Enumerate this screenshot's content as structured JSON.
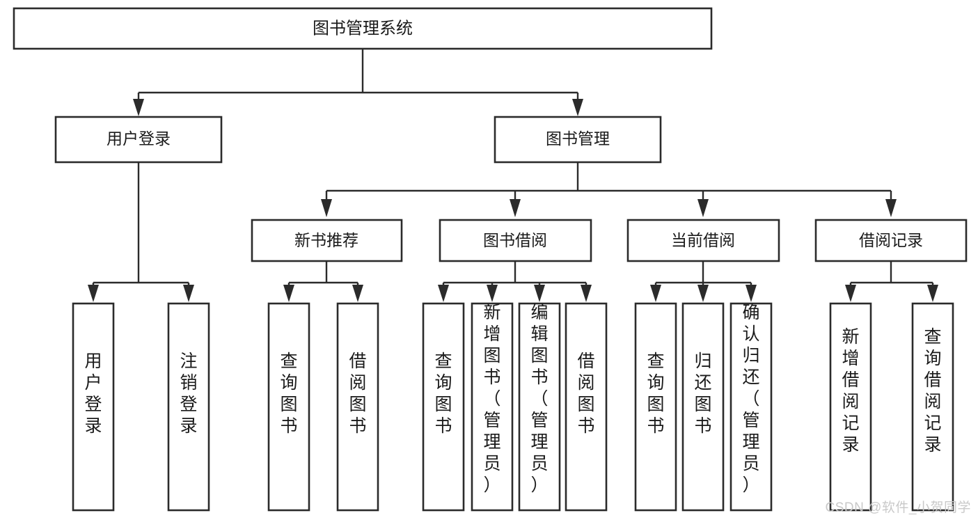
{
  "diagram": {
    "type": "tree",
    "title": "图书管理系统",
    "watermark": "CSDN @软件_小贺同学",
    "nodes": {
      "root": {
        "label": "图书管理系统"
      },
      "level2": [
        {
          "id": "user-login",
          "label": "用户登录"
        },
        {
          "id": "book-manage",
          "label": "图书管理"
        }
      ],
      "level3": [
        {
          "id": "new-book-recommend",
          "label": "新书推荐",
          "parent": "book-manage"
        },
        {
          "id": "book-borrow",
          "label": "图书借阅",
          "parent": "book-manage"
        },
        {
          "id": "current-borrow",
          "label": "当前借阅",
          "parent": "book-manage"
        },
        {
          "id": "borrow-record",
          "label": "借阅记录",
          "parent": "book-manage"
        }
      ],
      "leaves": [
        {
          "id": "leaf-user-login",
          "label": "用户登录",
          "parent": "user-login"
        },
        {
          "id": "leaf-logout",
          "label": "注销登录",
          "parent": "user-login"
        },
        {
          "id": "leaf-query-book-1",
          "label": "查询图书",
          "parent": "new-book-recommend"
        },
        {
          "id": "leaf-borrow-book-1",
          "label": "借阅图书",
          "parent": "new-book-recommend"
        },
        {
          "id": "leaf-query-book-2",
          "label": "查询图书",
          "parent": "book-borrow"
        },
        {
          "id": "leaf-add-book",
          "label": "新增图书（管理员）",
          "parent": "book-borrow"
        },
        {
          "id": "leaf-edit-book",
          "label": "编辑图书（管理员）",
          "parent": "book-borrow"
        },
        {
          "id": "leaf-borrow-book-2",
          "label": "借阅图书",
          "parent": "book-borrow"
        },
        {
          "id": "leaf-query-book-3",
          "label": "查询图书",
          "parent": "current-borrow"
        },
        {
          "id": "leaf-return-book",
          "label": "归还图书",
          "parent": "current-borrow"
        },
        {
          "id": "leaf-confirm-return",
          "label": "确认归还（管理员）",
          "parent": "current-borrow"
        },
        {
          "id": "leaf-add-record",
          "label": "新增借阅记录",
          "parent": "borrow-record"
        },
        {
          "id": "leaf-query-record",
          "label": "查询借阅记录",
          "parent": "borrow-record"
        }
      ]
    },
    "colors": {
      "box_stroke": "#2b2b2b",
      "box_fill": "#ffffff",
      "text": "#1a1a1a",
      "background": "#ffffff",
      "watermark": "#c9c9c9"
    }
  }
}
